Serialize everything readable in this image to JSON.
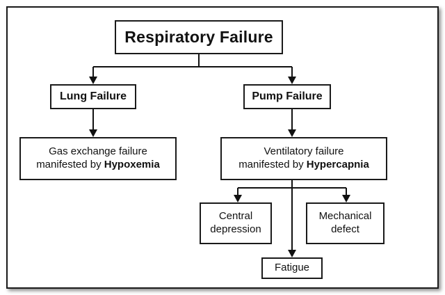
{
  "diagram": {
    "root": {
      "label": "Respiratory Failure"
    },
    "lung": {
      "label": "Lung Failure",
      "child_line1": "Gas exchange failure",
      "child_line2_prefix": "manifested by ",
      "child_line2_bold": "Hypoxemia"
    },
    "pump": {
      "label": "Pump Failure",
      "child_line1": "Ventilatory failure",
      "child_line2_prefix": "manifested by ",
      "child_line2_bold": "Hypercapnia",
      "causes": {
        "central_line1": "Central",
        "central_line2": "depression",
        "mechanical_line1": "Mechanical",
        "mechanical_line2": "defect",
        "fatigue": "Fatigue"
      }
    }
  }
}
